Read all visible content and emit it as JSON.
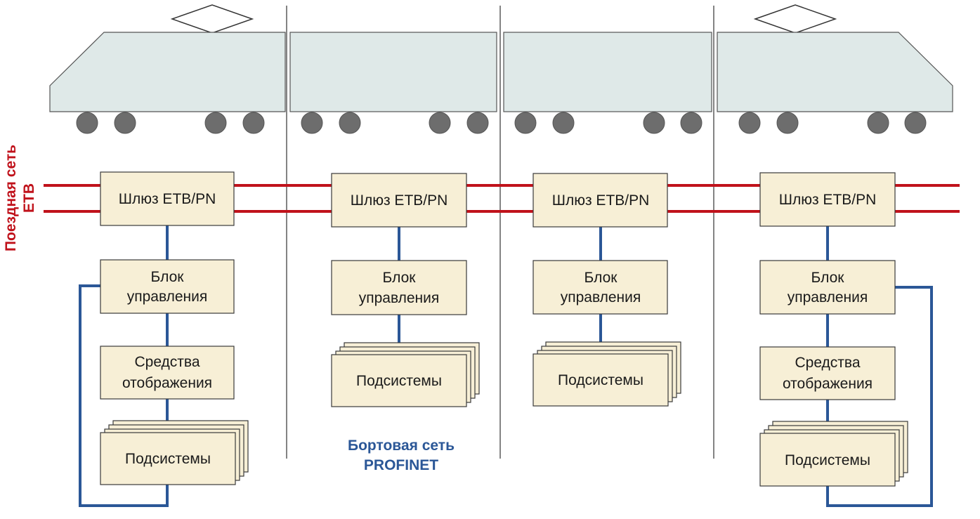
{
  "labels": {
    "train_network_line1": "Поездная сеть",
    "train_network_line2": "ETB",
    "onboard_network_line1": "Бортовая сеть",
    "onboard_network_line2": "PROFINET"
  },
  "blocks": {
    "gateway": "Шлюз ETB/PN",
    "control_line1": "Блок",
    "control_line2": "управления",
    "display_line1": "Средства",
    "display_line2": "отображения",
    "subsystems": "Подсистемы"
  },
  "colors": {
    "car_fill": "#dfe9e8",
    "wheel_fill": "#6d6d6d",
    "box_fill": "#f7efd6",
    "etb_line": "#c0121b",
    "profinet_line": "#2b5797"
  }
}
